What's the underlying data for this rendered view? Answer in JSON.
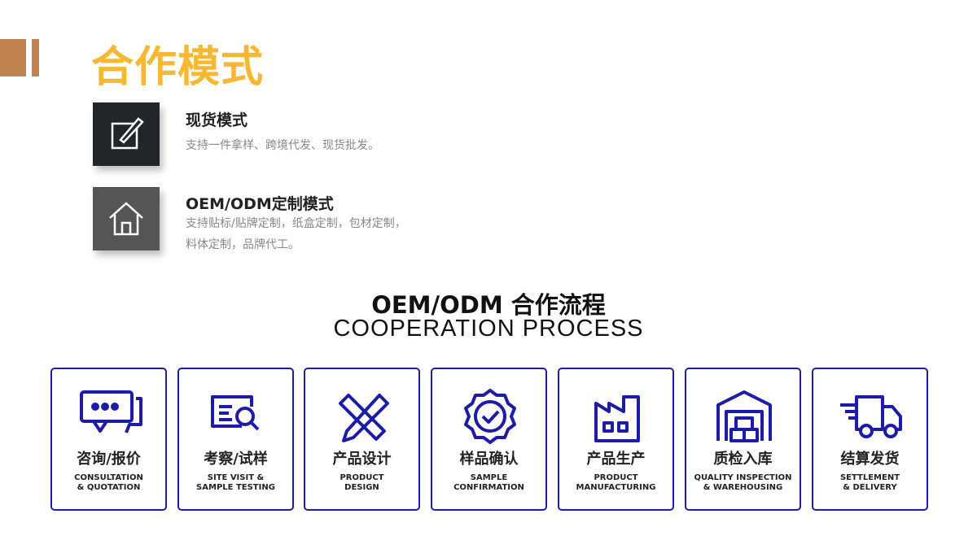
{
  "header": {
    "title": "合作模式"
  },
  "modes": [
    {
      "title": "现货模式",
      "desc": [
        "支持一件拿样、跨境代发、现货批发。"
      ],
      "icon": "edit-icon"
    },
    {
      "title": "OEM/ODM定制模式",
      "desc": [
        "支持贴标/贴牌定制，纸盒定制，包材定制，",
        "料体定制，品牌代工。"
      ],
      "icon": "home-icon"
    }
  ],
  "process": {
    "title_cn": "OEM/ODM 合作流程",
    "title_en": "COOPERATION PROCESS",
    "colors": {
      "accent": "#1c1ca8",
      "title": "#f6b830",
      "bar": "#c0834f"
    },
    "steps": [
      {
        "cn": "咨询/报价",
        "en1": "CONSULTATION",
        "en2": "& QUOTATION",
        "icon": "chat-icon"
      },
      {
        "cn": "考察/试样",
        "en1": "SITE VISIT &",
        "en2": "SAMPLE TESTING",
        "icon": "inspect-icon"
      },
      {
        "cn": "产品设计",
        "en1": "PRODUCT",
        "en2": "DESIGN",
        "icon": "design-icon"
      },
      {
        "cn": "样品确认",
        "en1": "SAMPLE",
        "en2": "CONFIRMATION",
        "icon": "badge-check-icon"
      },
      {
        "cn": "产品生产",
        "en1": "PRODUCT",
        "en2": "MANUFACTURING",
        "icon": "factory-icon"
      },
      {
        "cn": "质检入库",
        "en1": "QUALITY INSPECTION",
        "en2": "& WAREHOUSING",
        "icon": "warehouse-icon"
      },
      {
        "cn": "结算发货",
        "en1": "SETTLEMENT",
        "en2": "& DELIVERY",
        "icon": "truck-icon"
      }
    ]
  }
}
